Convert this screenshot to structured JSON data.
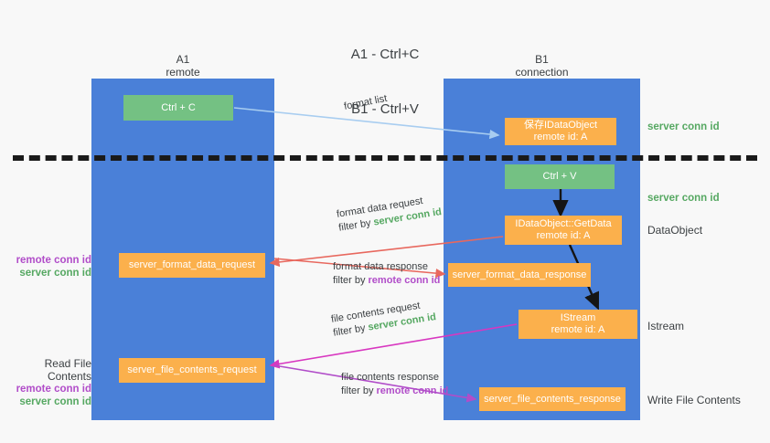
{
  "title": {
    "line1": "A1 - Ctrl+C",
    "line2": "B1 - Ctrl+V"
  },
  "columns": [
    {
      "id": "a1",
      "name": "A1",
      "subtitle": "remote"
    },
    {
      "id": "b1",
      "name": "B1",
      "subtitle": "connection"
    }
  ],
  "nodes": {
    "ctrl_c": {
      "label": "Ctrl + C",
      "color": "#74c183"
    },
    "ctrl_v": {
      "label": "Ctrl + V",
      "color": "#74c183"
    },
    "save_dataobject": {
      "line1": "保存IDataObject",
      "line2": "remote id: A",
      "color": "#fbb04c"
    },
    "getdata": {
      "line1": "IDataObject::GetData",
      "line2": "remote id: A",
      "color": "#fbb04c"
    },
    "istream": {
      "line1": "IStream",
      "line2": "remote id: A",
      "color": "#fbb04c"
    },
    "server_format_data_request": {
      "label": "server_format_data_request",
      "color": "#fbb04c"
    },
    "server_format_data_response": {
      "label": "server_format_data_response",
      "color": "#fbb04c"
    },
    "server_file_contents_request": {
      "label": "server_file_contents_request",
      "color": "#fbb04c"
    },
    "server_file_contents_response": {
      "label": "server_file_contents_response",
      "color": "#fbb04c"
    }
  },
  "edges": {
    "format_list": {
      "line1": "format list",
      "color": "#a8cdf0"
    },
    "format_data_request": {
      "line1": "format data request",
      "filter_prefix": "filter by ",
      "filter_value": "server conn id",
      "color": "#e8685e"
    },
    "format_data_response": {
      "line1": "format data response",
      "filter_prefix": "filter by ",
      "filter_value": "remote conn id",
      "color": "#e8685e"
    },
    "file_contents_request": {
      "line1": "file contents request",
      "filter_prefix": "filter by ",
      "filter_value": "server conn id",
      "color": "#d837c0"
    },
    "file_contents_response": {
      "line1": "file contents response",
      "filter_prefix": "filter by ",
      "filter_value": "remote conn id",
      "color": "#b14dc9"
    }
  },
  "annotations": {
    "right": {
      "server_conn_id_top": "server conn id",
      "server_conn_id_mid": "server conn id",
      "dataobject": "DataObject",
      "istream": "Istream",
      "write_file_contents": "Write File Contents"
    },
    "left": {
      "remote_conn_id_1": "remote conn id",
      "server_conn_id_1": "server conn id",
      "read_file_contents": "Read File Contents",
      "remote_conn_id_2": "remote conn id",
      "server_conn_id_2": "server conn id"
    }
  },
  "colors": {
    "lane": "#4a80d8",
    "green": "#74c183",
    "orange": "#fbb04c",
    "green_text": "#56a862",
    "purple_text": "#b14dc9",
    "background": "#f8f8f8",
    "divider": "#1a1a1a"
  }
}
